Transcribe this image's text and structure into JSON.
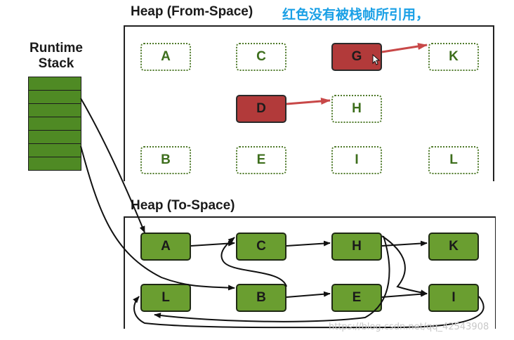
{
  "from_space": {
    "title": "Heap (From-Space)",
    "annotation": "红色没有被栈帧所引用，",
    "objects": {
      "A": "A",
      "C": "C",
      "G": "G",
      "K": "K",
      "D": "D",
      "H": "H",
      "B": "B",
      "E": "E",
      "I": "I",
      "L": "L"
    }
  },
  "to_space": {
    "title": "Heap (To-Space)",
    "objects": {
      "A": "A",
      "C": "C",
      "H": "H",
      "K": "K",
      "L": "L",
      "B": "B",
      "E": "E",
      "I": "I"
    }
  },
  "runtime_stack": {
    "title_line1": "Runtime",
    "title_line2": "Stack",
    "cell_count": 7
  },
  "colors": {
    "live": "#6a9e30",
    "unreferenced": "#b23a3a",
    "empty_border": "#4f7a2a",
    "arrow_red": "#c84848",
    "annotation": "#1aa0e6"
  },
  "watermark": "https://blog.csdn.net/qq_42543908"
}
